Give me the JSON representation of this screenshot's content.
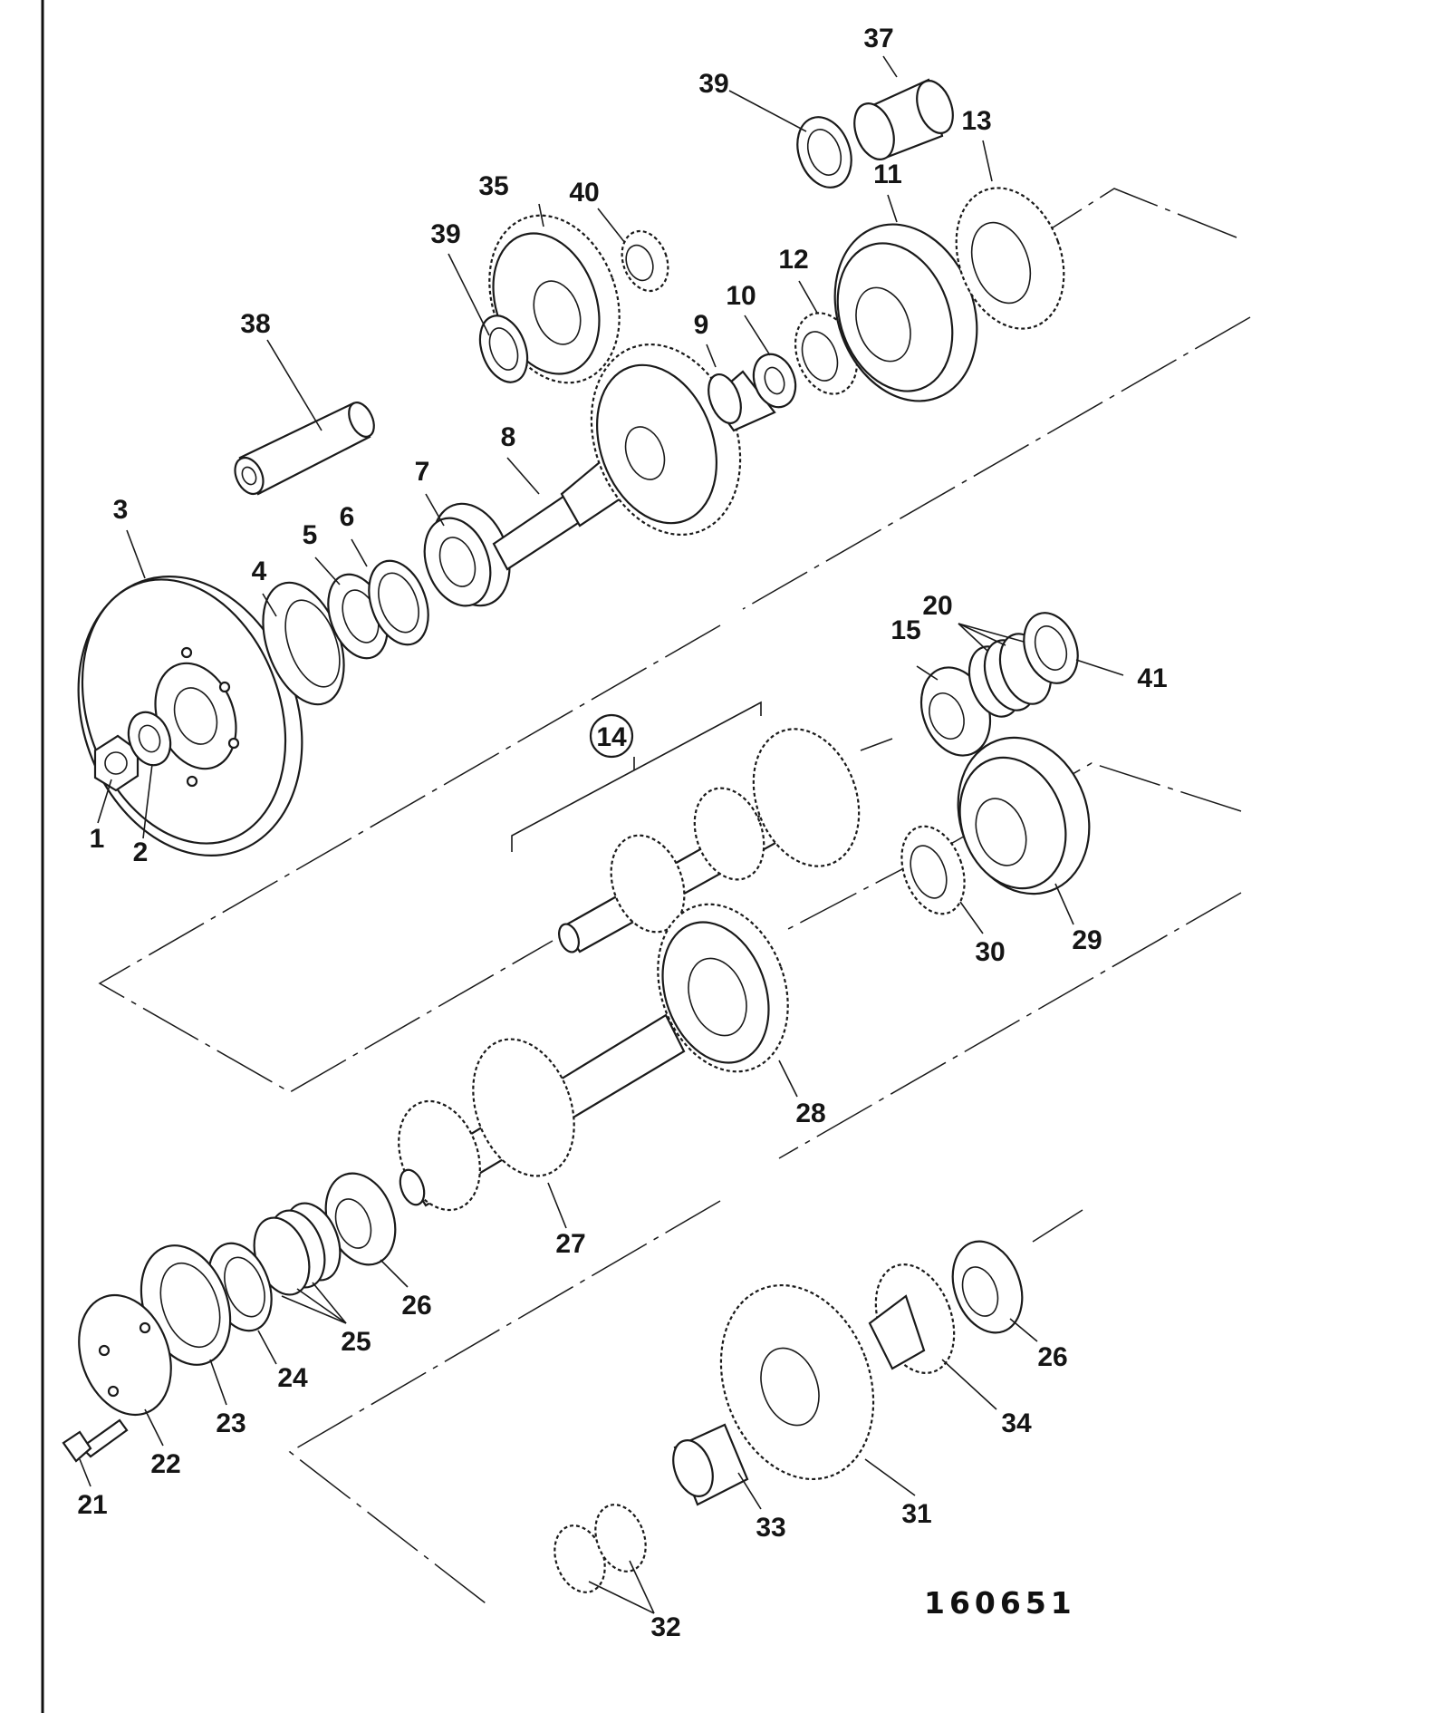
{
  "drawing": {
    "reference_number": "160651",
    "group_callout": "14",
    "callouts": [
      "1",
      "2",
      "3",
      "4",
      "5",
      "6",
      "7",
      "8",
      "9",
      "10",
      "11",
      "12",
      "13",
      "15",
      "20",
      "21",
      "22",
      "23",
      "24",
      "25",
      "26",
      "26",
      "27",
      "28",
      "29",
      "30",
      "31",
      "32",
      "33",
      "34",
      "35",
      "37",
      "38",
      "39",
      "39",
      "40",
      "41"
    ]
  },
  "style": {
    "ink": "#1a1a1a",
    "paper": "#ffffff"
  }
}
